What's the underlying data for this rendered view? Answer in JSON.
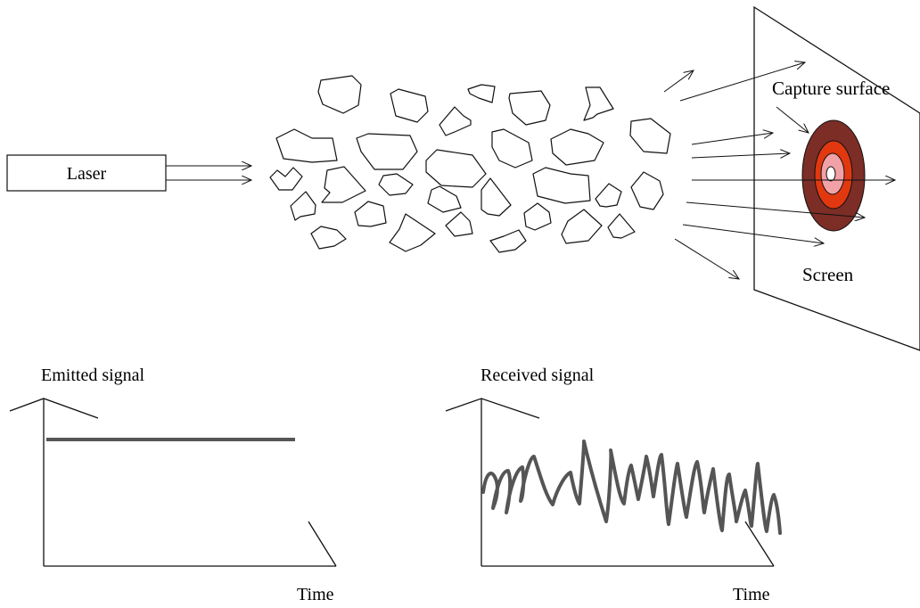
{
  "labels": {
    "laser": "Laser",
    "capture_surface": "Capture surface",
    "screen": "Screen",
    "emitted_signal": "Emitted signal",
    "received_signal": "Received signal",
    "time_emitted": "Time",
    "time_received": "Time"
  },
  "colors": {
    "target_outer": "#7b2d26",
    "target_middle": "#e2380f",
    "target_inner": "#f2a1a6",
    "target_center": "#ffffff",
    "signal_stroke": "#555555"
  }
}
